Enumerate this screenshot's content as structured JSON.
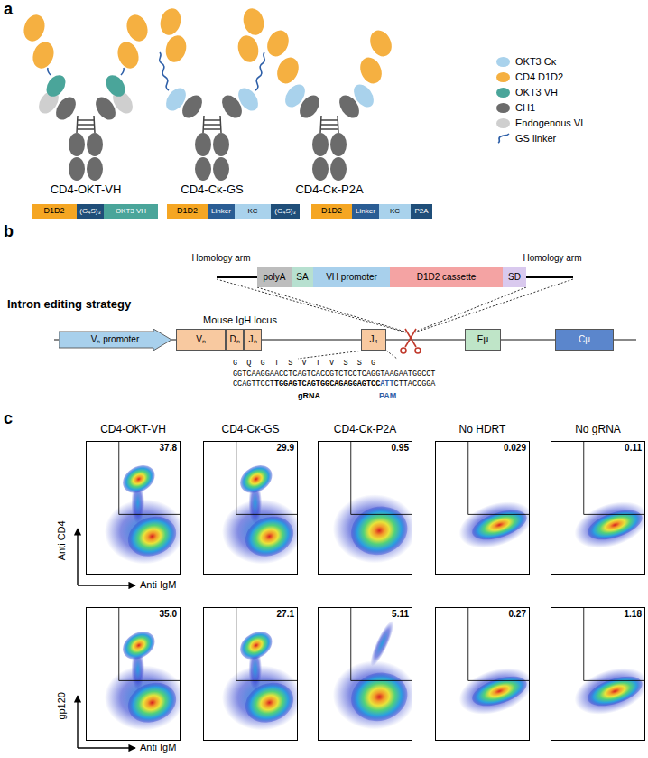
{
  "diagram": {
    "nodes": [
      {
        "text": [
          "D1D2"
        ]
      },
      {
        "text": [
          "(G₄S)₃"
        ]
      },
      {
        "text": [
          "OKT3 VH"
        ]
      },
      {
        "text": [
          "D1D2"
        ]
      },
      {
        "text": [
          "Linker"
        ]
      },
      {
        "text": [
          "KC"
        ]
      },
      {
        "text": [
          "(G₄S)₃"
        ]
      },
      {
        "text": [
          "D1D2"
        ]
      },
      {
        "text": [
          "Linker"
        ]
      },
      {
        "text": [
          "KC"
        ]
      },
      {
        "text": [
          "P2A"
        ]
      },
      {
        "text": [
          "polyA"
        ]
      },
      {
        "text": [
          "SA"
        ]
      },
      {
        "text": [
          "VH promoter"
        ]
      },
      {
        "text": [
          "D1D2 cassette"
        ]
      },
      {
        "text": [
          "SD"
        ]
      },
      {
        "text": [
          "Vₙ promoter"
        ]
      },
      {
        "text": [
          "Vₙ"
        ]
      },
      {
        "text": [
          "Dₙ"
        ]
      },
      {
        "text": [
          "Jₙ"
        ]
      },
      {
        "text": [
          "J₄"
        ]
      },
      {
        "text": [
          "Eμ"
        ]
      },
      {
        "text": [
          "Cμ"
        ]
      },
      {
        "text": [
          "37.8"
        ]
      },
      {
        "text": [
          "29.9"
        ]
      },
      {
        "text": [
          "0.95"
        ]
      },
      {
        "text": [
          "0.029"
        ]
      },
      {
        "text": [
          "0.11"
        ]
      },
      {
        "text": [
          "35.0"
        ]
      },
      {
        "text": [
          "27.1"
        ]
      },
      {
        "text": [
          "5.11"
        ]
      },
      {
        "text": [
          "0.27"
        ]
      },
      {
        "text": [
          "1.18"
        ]
      }
    ],
    "labels": [
      "a",
      "CD4-OKT-VH",
      "CD4-Cκ-GS",
      "CD4-Cκ-P2A",
      "b",
      "Homology arm",
      "Homology arm",
      "Intron editing strategy",
      "Mouse IgH locus",
      "G Q G T S V T V S S G",
      "GGTCAAGGAACCTCAGTCACCGTCTCCTCAGGTAAGAATGGCCT",
      "CCAGTTCCT",
      "TGGAGTCAGTGGCAGAGGAGTCC",
      "ATT",
      "CTTACCGGA",
      "gRNA",
      "PAM",
      "c",
      "CD4-OKT-VH",
      "CD4-Cκ-GS",
      "CD4-Cκ-P2A",
      "No HDRT",
      "No gRNA",
      "Anti CD4",
      "Anti IgM",
      "gp120",
      "Anti IgM"
    ],
    "legend": [
      {
        "text": "OKT3 Cκ",
        "color": "#a9d2ec"
      },
      {
        "text": "CD4 D1D2",
        "color": "#f5b041"
      },
      {
        "text": "OKT3 VH",
        "color": "#4aa59a"
      },
      {
        "text": "CH1",
        "color": "#6b6b6b"
      },
      {
        "text": "Endogenous VL",
        "color": "#cfcfcf"
      },
      {
        "text": "GS linker"
      }
    ]
  }
}
